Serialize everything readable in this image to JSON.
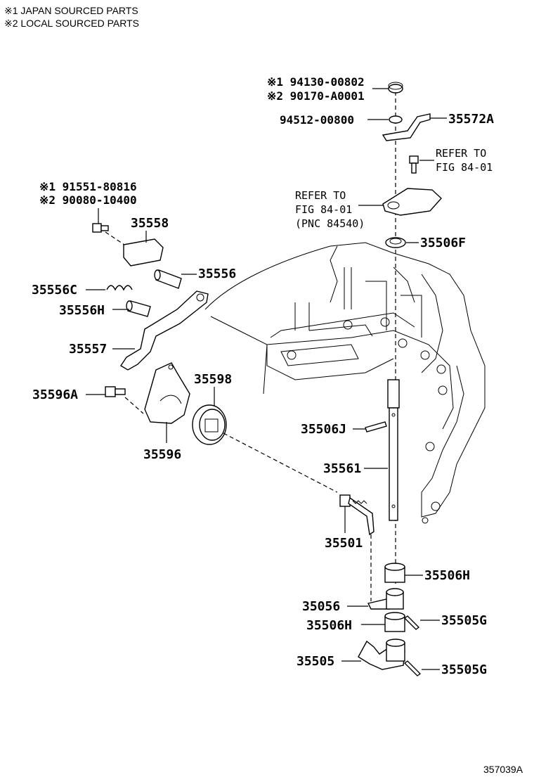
{
  "notes": {
    "note1": "※1 JAPAN SOURCED PARTS",
    "note2": "※2 LOCAL SOURCED PARTS"
  },
  "labels": {
    "p94130": "※1 94130-00802",
    "p90170": "※2 90170-A0001",
    "p94512": "94512-00800",
    "p35572A": "35572A",
    "refer1a": "REFER TO",
    "refer1b": "FIG 84-01",
    "refer2a": "REFER TO",
    "refer2b": "FIG 84-01",
    "refer2c": "(PNC 84540)",
    "p35506F": "35506F",
    "p91551": "※1 91551-80816",
    "p90080": "※2 90080-10400",
    "p35558": "35558",
    "p35556": "35556",
    "p35556C": "35556C",
    "p35556H_a": "35556H",
    "p35557": "35557",
    "p35596A": "35596A",
    "p35598": "35598",
    "p35596": "35596",
    "p35506J": "35506J",
    "p35561": "35561",
    "p35501": "35501",
    "p35506H_a": "35506H",
    "p35056": "35056",
    "p35506H_b": "35506H",
    "p35505G_a": "35505G",
    "p35505": "35505",
    "p35505G_b": "35505G"
  },
  "figure_id": "357039A"
}
